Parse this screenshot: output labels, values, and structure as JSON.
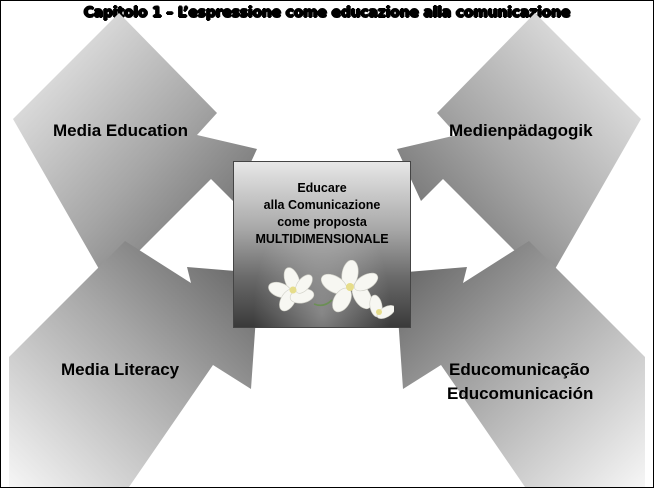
{
  "slide": {
    "title": "Capitolo 1 – L’espressione come educazione alla comunicazione"
  },
  "center": {
    "lines": [
      "Educare",
      "alla Comunicazione",
      "come proposta",
      "MULTIDIMENSIONALE"
    ]
  },
  "nodes": {
    "top_left": "Media Education",
    "top_right": "Medienpädagogik",
    "bottom_left": "Media Literacy",
    "bottom_right_line1": "Educomunicação",
    "bottom_right_line2": "Educomunicación"
  },
  "colors": {
    "arrow_light": "#f4f4f4",
    "arrow_dark": "#5a5a5a",
    "border": "#000000"
  },
  "icons": [
    "flower-image"
  ]
}
